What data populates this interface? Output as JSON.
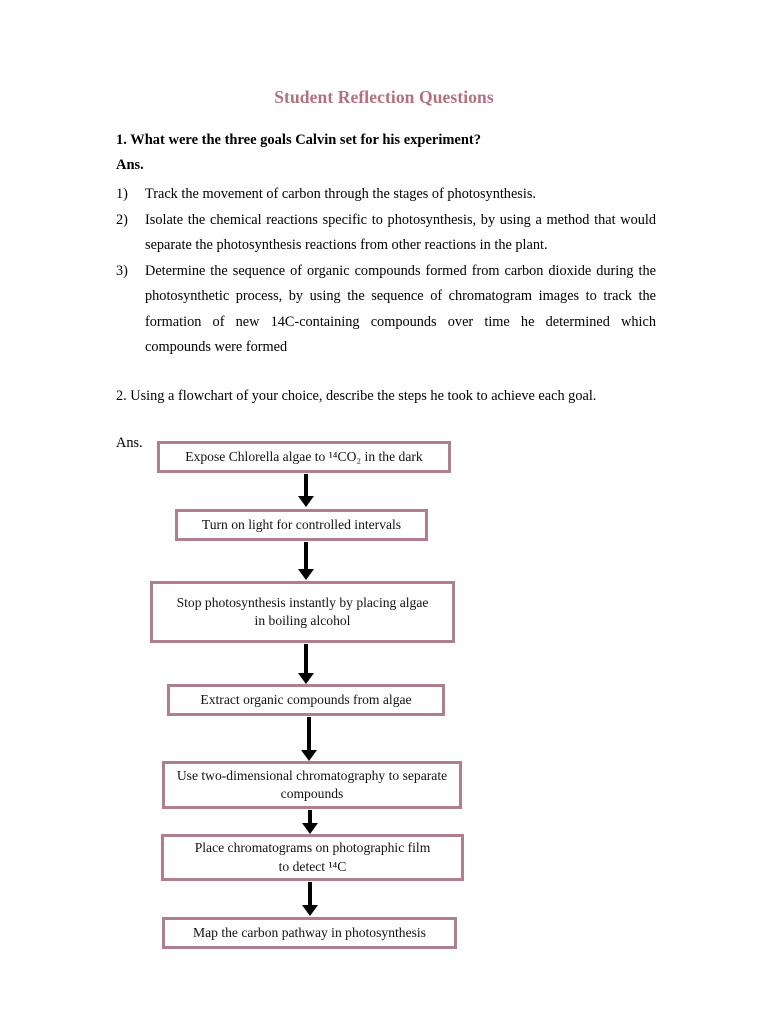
{
  "document": {
    "title": "Student Reflection Questions",
    "title_color": "#b4707e",
    "page_background": "#ffffff",
    "text_color": "#000000"
  },
  "question1": {
    "prompt": "1. What were the three goals Calvin set for his experiment?",
    "answer_label": "Ans.",
    "items": [
      {
        "marker": "1)",
        "text": "Track the movement of carbon through the stages of photosynthesis."
      },
      {
        "marker": "2)",
        "text": "Isolate the chemical reactions specific to photosynthesis, by using a method that would separate the photosynthesis reactions from other reactions in the plant."
      },
      {
        "marker": "3)",
        "text": "Determine the sequence of organic compounds formed from carbon dioxide during the photosynthetic process, by  using the sequence of chromatogram images to track the formation of new 14C-containing compounds over time he determined which compounds were formed"
      }
    ]
  },
  "question2": {
    "prompt": "2. Using a flowchart of your choice, describe the steps he took to achieve each goal.",
    "answer_label": "Ans."
  },
  "flowchart": {
    "box_border_color": "#b07f8d",
    "arrow_color": "#000000",
    "steps": [
      {
        "id": "step-1",
        "text": "Expose Chlorella algae to ¹⁴CO₂ in the dark"
      },
      {
        "id": "step-2",
        "text": "Turn on light for controlled intervals"
      },
      {
        "id": "step-3",
        "text": "Stop photosynthesis instantly by placing algae\nin boiling alcohol"
      },
      {
        "id": "step-4",
        "text": "Extract organic compounds from algae"
      },
      {
        "id": "step-5",
        "text": "Use two-dimensional chromatography to separate compounds"
      },
      {
        "id": "step-6",
        "text": "Place chromatograms on photographic film\nto detect ¹⁴C"
      },
      {
        "id": "step-7",
        "text": "Map the carbon pathway in photosynthesis"
      }
    ],
    "connectors": [
      {
        "id": "arrow-1-2"
      },
      {
        "id": "arrow-2-3"
      },
      {
        "id": "arrow-3-4"
      },
      {
        "id": "arrow-4-5"
      },
      {
        "id": "arrow-5-6"
      },
      {
        "id": "arrow-6-7"
      }
    ]
  }
}
